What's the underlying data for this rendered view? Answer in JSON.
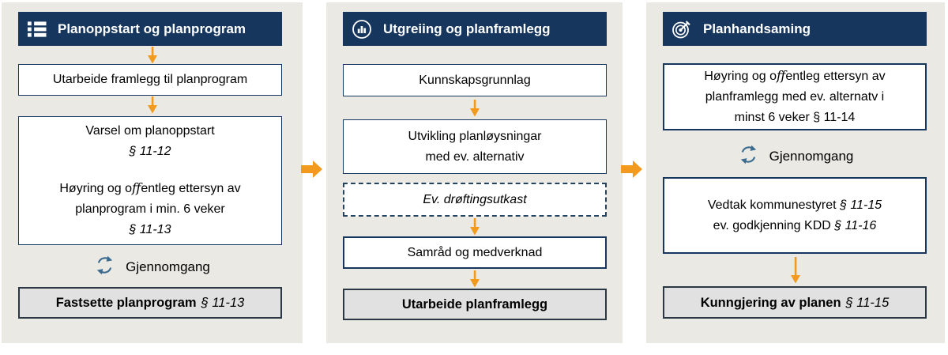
{
  "colors": {
    "navy": "#17365d",
    "orange": "#f29a1d",
    "panel_background": "#eae9e3",
    "final_box_fill": "#e1e1e1",
    "final_box_border": "#2c3744",
    "review_icon_blue": "#3c6b90"
  },
  "columns": [
    {
      "header": {
        "label": "Planoppstart og planprogram",
        "icon": "list-icon"
      },
      "review_label": "Gjennomgang",
      "boxes": {
        "utarbeide": "Utarbeide framlegg til planprogram",
        "varsel_line": "Varsel om planoppstart",
        "varsel_ref": "§ 11-12",
        "hoyring_pre": "Høyring og o",
        "hoyring_lig": "ﬀ",
        "hoyring_post": "entleg ettersyn av",
        "hoyring_line2": "planprogram i min. 6 veker",
        "hoyring_ref": "§ 11-13",
        "final_bold": "Fastsette planprogram",
        "final_ref": "§ 11-13"
      }
    },
    {
      "header": {
        "label": "Utgreiing og planframlegg",
        "icon": "bar-chart-icon"
      },
      "boxes": {
        "kunnskap": "Kunnskapsgrunnlag",
        "utvikling_line1": "Utvikling planløysningar",
        "utvikling_line2": "med ev. alternativ",
        "drofting": "Ev. drøftingsutkast",
        "samrad": "Samråd og medverknad",
        "final_bold": "Utarbeide planframlegg"
      }
    },
    {
      "header": {
        "label": "Planhandsaming",
        "icon": "target-dart-icon"
      },
      "review_label": "Gjennomgang",
      "boxes": {
        "hoyring_pre": "Høyring og o",
        "hoyring_lig": "ﬀ",
        "hoyring_post": "entleg ettersyn av",
        "hoyring_line2": "planframlegg med ev. alternatv i",
        "hoyring_line3": "minst 6 veker § 11-14",
        "vedtak_line1": "Vedtak kommunestyret",
        "vedtak_ref1": "§ 11-15",
        "vedtak_line2": "ev. godkjenning KDD",
        "vedtak_ref2": "§ 11-16",
        "final_bold": "Kunngjering av planen",
        "final_ref": "§ 11-15"
      }
    }
  ]
}
